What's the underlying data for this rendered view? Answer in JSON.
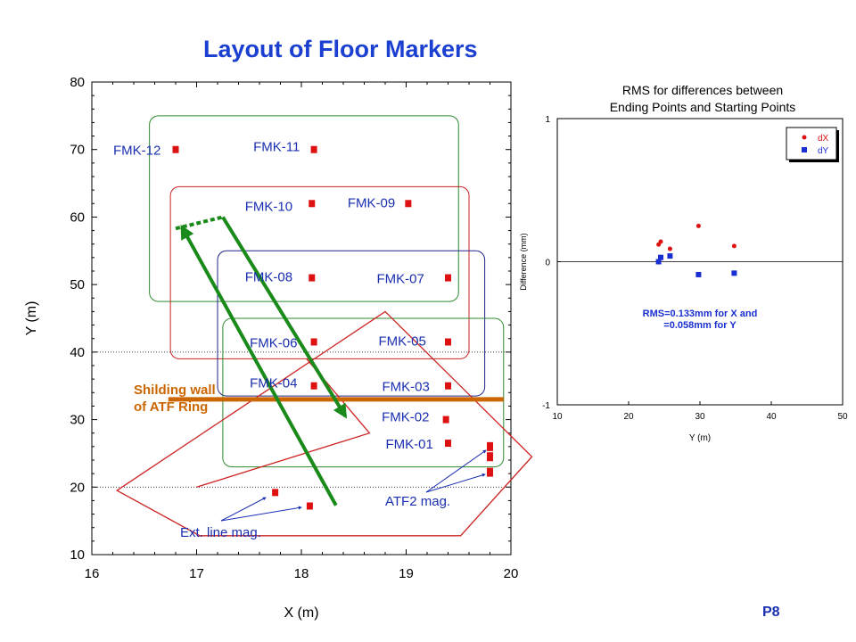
{
  "page": {
    "title": "Layout of Floor Markers",
    "page_number": "P8"
  },
  "chart_data": [
    {
      "type": "scatter",
      "title": "Layout of Floor Markers",
      "xlabel": "X (m)",
      "ylabel": "Y (m)",
      "xlim": [
        16,
        20
      ],
      "ylim": [
        10,
        80
      ],
      "x_ticks": [
        "16",
        "17",
        "18",
        "19",
        "20"
      ],
      "y_ticks": [
        "10",
        "20",
        "30",
        "40",
        "50",
        "60",
        "70",
        "80"
      ],
      "reference_lines_y": [
        20,
        40
      ],
      "markers": [
        {
          "label": "FMK-12",
          "x": 16.8,
          "y": 70
        },
        {
          "label": "FMK-11",
          "x": 18.12,
          "y": 70
        },
        {
          "label": "FMK-10",
          "x": 18.1,
          "y": 62
        },
        {
          "label": "FMK-09",
          "x": 19.02,
          "y": 62
        },
        {
          "label": "FMK-08",
          "x": 18.1,
          "y": 51
        },
        {
          "label": "FMK-07",
          "x": 19.4,
          "y": 51
        },
        {
          "label": "FMK-06",
          "x": 18.12,
          "y": 41.5
        },
        {
          "label": "FMK-05",
          "x": 19.4,
          "y": 41.5
        },
        {
          "label": "FMK-04",
          "x": 18.12,
          "y": 35
        },
        {
          "label": "FMK-03",
          "x": 19.4,
          "y": 35
        },
        {
          "label": "FMK-02",
          "x": 19.38,
          "y": 30
        },
        {
          "label": "FMK-01",
          "x": 19.4,
          "y": 26.5
        }
      ],
      "extra_magnets": [
        {
          "group": "Ext. line mag.",
          "x": 17.75,
          "y": 19.2
        },
        {
          "group": "Ext. line mag.",
          "x": 18.08,
          "y": 17.2
        },
        {
          "group": "ATF2 mag.",
          "x": 19.8,
          "y": 26
        },
        {
          "group": "ATF2 mag.",
          "x": 19.8,
          "y": 24.5
        },
        {
          "group": "ATF2 mag.",
          "x": 19.8,
          "y": 22.2
        }
      ],
      "annotations": {
        "shielding_wall_label": "Shilding wall\nof ATF Ring",
        "ext_line_label": "Ext. line mag.",
        "atf2_label": "ATF2 mag."
      },
      "regions": [
        {
          "color": "#2e8b2e",
          "x": [
            16.55,
            19.5
          ],
          "y": [
            47.5,
            75
          ]
        },
        {
          "color": "#cc2222",
          "x": [
            16.75,
            19.6
          ],
          "y": [
            39,
            64.5
          ]
        },
        {
          "color": "#22228b",
          "x": [
            17.2,
            19.75
          ],
          "y": [
            33.5,
            55
          ]
        },
        {
          "color": "#2e8b2e",
          "x": [
            17.25,
            19.93
          ],
          "y": [
            23,
            45
          ]
        }
      ],
      "ring_polygon": {
        "color": "#cc2222",
        "points": [
          [
            16.24,
            19.5
          ],
          [
            18.8,
            46
          ],
          [
            20.2,
            24.5
          ],
          [
            19.52,
            12.8
          ],
          [
            17.03,
            12.8
          ]
        ]
      },
      "ext_line_polygon": {
        "color": "#cc2222",
        "points": [
          [
            17,
            20
          ],
          [
            18.65,
            28
          ],
          [
            18.05,
            39
          ]
        ]
      },
      "shielding_wall": {
        "color": "#cc6600",
        "x": [
          16.73,
          19.93
        ],
        "y": 33
      },
      "arrows": [
        {
          "color": "#1a8a1a",
          "style": "solid",
          "from": [
            18.33,
            17.3
          ],
          "to": [
            16.86,
            58.5
          ]
        },
        {
          "color": "#1a8a1a",
          "style": "solid",
          "from": [
            17.25,
            60
          ],
          "to": [
            18.42,
            30.5
          ]
        },
        {
          "color": "#1a8a1a",
          "style": "dashed",
          "from": [
            16.8,
            58.3
          ],
          "to": [
            17.25,
            60
          ]
        }
      ],
      "colors": {
        "marker": "#dd1111",
        "label": "#1a2fb0",
        "wall": "#cc6600",
        "arrow": "#1a8a1a"
      }
    },
    {
      "type": "scatter",
      "title": "RMS for differences between\nEnding Points and Starting Points",
      "xlabel": "Y (m)",
      "ylabel": "Difference (mm)",
      "xlim": [
        10,
        50
      ],
      "ylim": [
        -1,
        1
      ],
      "x_ticks": [
        "10",
        "20",
        "30",
        "40",
        "50"
      ],
      "y_ticks": [
        "-1",
        "0",
        "1"
      ],
      "legend": "top-right",
      "note": "RMS=0.133mm for X and\n=0.058mm for Y",
      "series": [
        {
          "name": "dX",
          "color": "#dd1111",
          "x": [
            24.2,
            24.5,
            25.8,
            29.8,
            34.8
          ],
          "y": [
            0.12,
            0.14,
            0.09,
            0.25,
            0.11
          ]
        },
        {
          "name": "dY",
          "color": "#1a2fd1",
          "x": [
            24.2,
            24.5,
            25.8,
            29.8,
            34.8
          ],
          "y": [
            0.0,
            0.03,
            0.04,
            -0.09,
            -0.08
          ]
        }
      ]
    }
  ]
}
